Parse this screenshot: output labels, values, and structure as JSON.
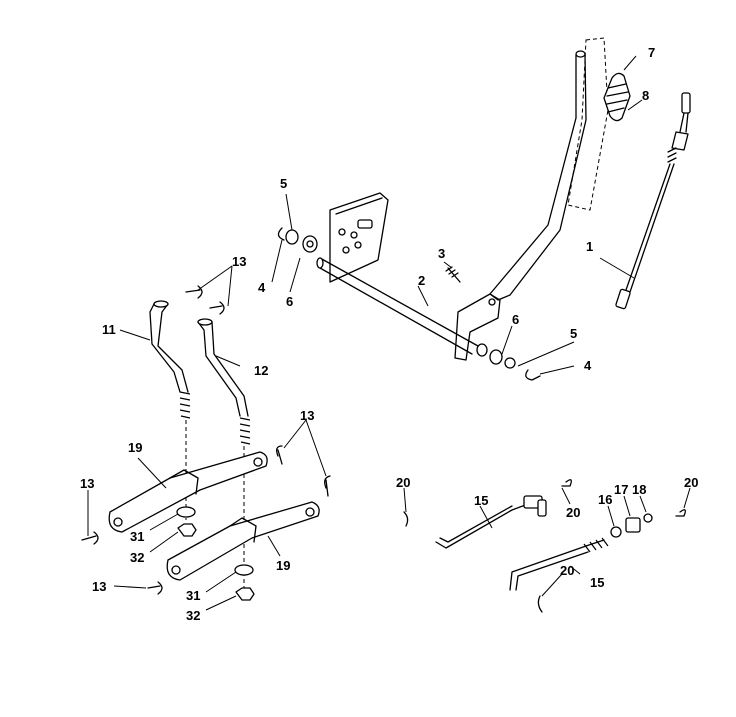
{
  "labels": {
    "l1": "1",
    "l2": "2",
    "l3": "3",
    "l4a": "4",
    "l4b": "4",
    "l5a": "5",
    "l5b": "5",
    "l6a": "6",
    "l6b": "6",
    "l7": "7",
    "l8": "8",
    "l11": "11",
    "l12": "12",
    "l13a": "13",
    "l13b": "13",
    "l13c": "13",
    "l13d": "13",
    "l15a": "15",
    "l15b": "15",
    "l16": "16",
    "l17": "17",
    "l18": "18",
    "l19a": "19",
    "l19b": "19",
    "l20a": "20",
    "l20b": "20",
    "l20c": "20",
    "l20d": "20",
    "l31a": "31",
    "l31b": "31",
    "l32a": "32",
    "l32b": "32"
  },
  "colors": {
    "line": "#000000",
    "background": "#ffffff"
  }
}
